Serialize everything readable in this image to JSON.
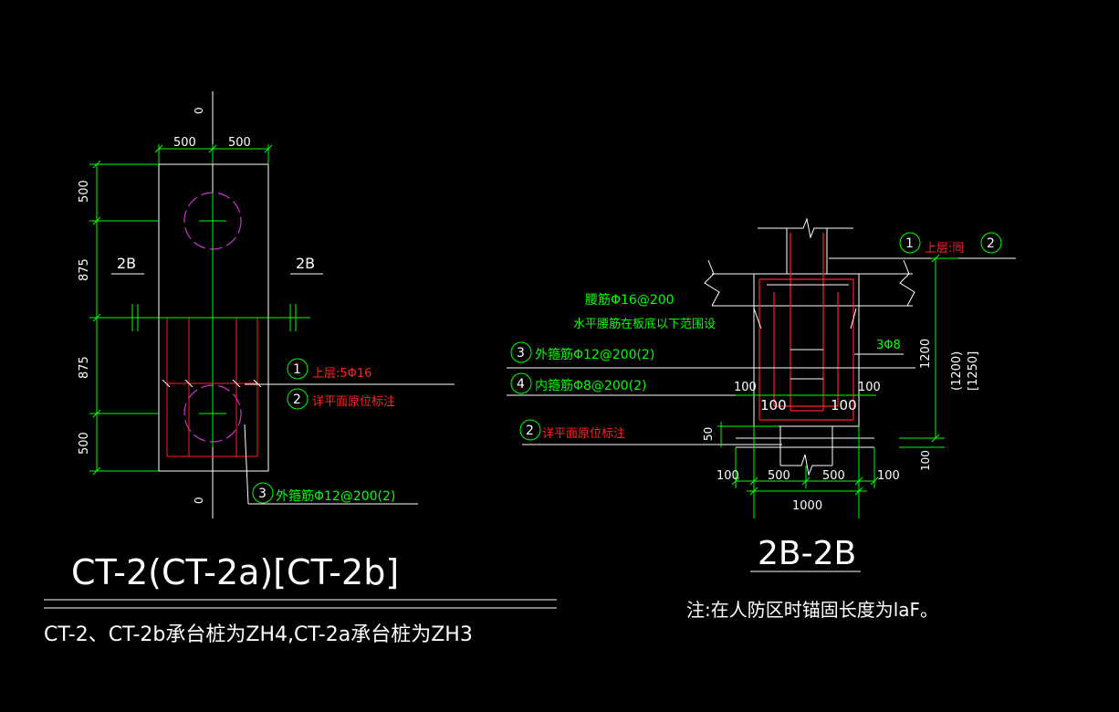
{
  "colors": {
    "background": "#000000",
    "outline": "#ffffff",
    "dimension": "#00ff00",
    "rebar": "#ff2020",
    "pile": "#cc33cc",
    "centerline": "#00ff00"
  },
  "plan": {
    "dims_top": [
      "500",
      "500"
    ],
    "dims_left": [
      "500",
      "875",
      "875",
      "500"
    ],
    "section_mark_left": "2B",
    "section_mark_right": "2B",
    "zero_top": "0",
    "zero_bottom": "0",
    "callout_1_num": "1",
    "callout_1_text": "上层:5Φ16",
    "callout_2_num": "2",
    "callout_2_text": "详平面原位标注",
    "callout_3_num": "3",
    "callout_3_text": "外箍筋Φ12@200(2)"
  },
  "section": {
    "waist_rebar": "腰筋Φ16@200",
    "waist_note": "水平腰筋在板底以下范围设",
    "c1_num": "1",
    "c1_text": "上层:同",
    "c1_ref": "2",
    "c3_num": "3",
    "c3_text": "外箍筋Φ12@200(2)",
    "c4_num": "4",
    "c4_text": "内箍筋Φ8@200(2)",
    "c2_num": "2",
    "c2_text": "详平面原位标注",
    "tie_label": "3Φ8",
    "dim_100_l": "100",
    "dim_100_r": "100",
    "dim_100_il": "100",
    "dim_100_ir": "100",
    "dim_50": "50",
    "dim_1200": "1200",
    "dim_1200p": "(1200)",
    "dim_1250b": "[1250]",
    "dim_100_bottom": "100",
    "dim_b_100l": "100",
    "dim_b_500l": "500",
    "dim_b_500r": "500",
    "dim_b_100r": "100",
    "dim_1000": "1000",
    "title": "2B-2B",
    "note": "注:在人防区时锚固长度为laF。"
  },
  "title": {
    "main": "CT-2(CT-2a)[CT-2b]",
    "subtitle": "CT-2、CT-2b承台桩为ZH4,CT-2a承台桩为ZH3"
  }
}
